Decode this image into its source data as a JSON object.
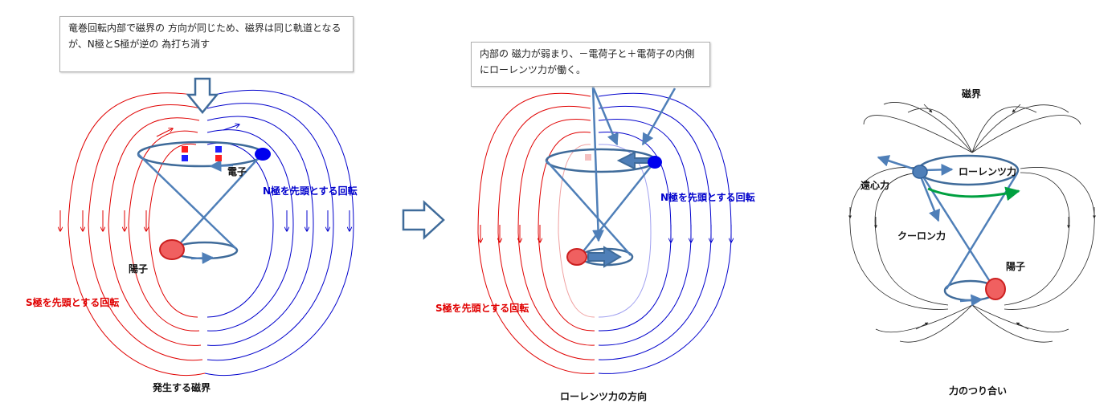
{
  "colors": {
    "south_field": "#e00000",
    "north_field": "#0000cc",
    "orbit": "#3f6b9a",
    "arrow": "#4f7fb8",
    "proton": "#f06060",
    "electron": "#0000ee",
    "force_arrow": "#00a040",
    "field_lines": "#222222"
  },
  "panel1": {
    "note": "竜巻回転内部で磁界の 方向が同じため、磁界は同じ軌道となるが、N極とS極が逆の 為打ち消す",
    "electron_label": "電子",
    "proton_label": "陽子",
    "north_label": "N極を先頭とする回転",
    "south_label": "S極を先頭とする回転",
    "caption": "発生する磁界"
  },
  "panel2": {
    "note": "内部の 磁力が弱まり、－電荷子と＋電荷子の内側にローレンツ力が働く。",
    "north_label": "N極を先頭とする回転",
    "south_label": "S極を先頭とする回転",
    "caption": "ローレンツ力の方向"
  },
  "panel3": {
    "title": "磁界",
    "centrifugal_label": "遠心力",
    "lorentz_label": "ローレンツ力",
    "coulomb_label": "クーロン力",
    "proton_label": "陽子",
    "caption": "力のつり合い"
  }
}
